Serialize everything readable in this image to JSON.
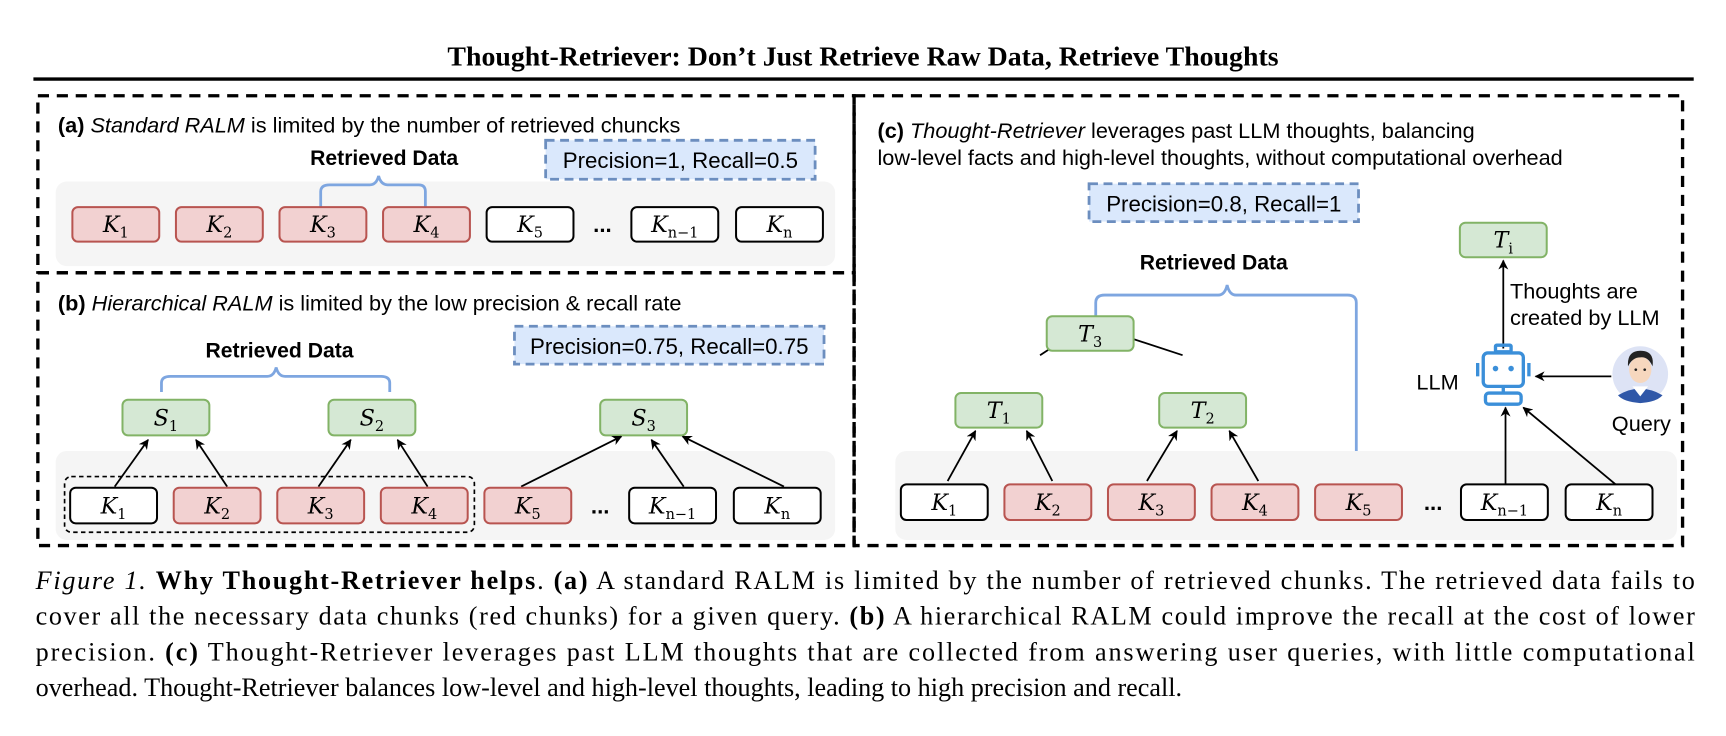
{
  "figure": {
    "title": "Thought-Retriever: Don’t Just Retrieve Raw Data, Retrieve Thoughts",
    "colors": {
      "retrieved_chunk_fill": "#f2d1d1",
      "retrieved_chunk_stroke": "#b85450",
      "plain_chunk_fill": "#ffffff",
      "plain_chunk_stroke": "#000000",
      "node_fill": "#d5e8d4",
      "node_stroke": "#82b366",
      "metric_fill": "#dae8fc",
      "metric_stroke": "#6c8ebf",
      "brace": "#7ea6e0",
      "tray": "#f5f5f5",
      "robot": "#3b8fd9"
    },
    "panel_a": {
      "tag": "(a)",
      "emph": "Standard RALM",
      "rest": " is limited by the number of retrieved chuncks",
      "retrieved_label": "Retrieved Data",
      "metric": "Precision=1, Recall=0.5",
      "chunks": [
        {
          "base": "K",
          "sub": "1",
          "retrieved": true
        },
        {
          "base": "K",
          "sub": "2",
          "retrieved": true
        },
        {
          "base": "K",
          "sub": "3",
          "retrieved": true
        },
        {
          "base": "K",
          "sub": "4",
          "retrieved": true
        },
        {
          "base": "K",
          "sub": "5",
          "retrieved": false
        },
        {
          "base": "K",
          "sub": "n−1",
          "retrieved": false
        },
        {
          "base": "K",
          "sub": "n",
          "retrieved": false
        }
      ],
      "ellipsis": "..."
    },
    "panel_b": {
      "tag": "(b)",
      "emph": "Hierarchical RALM",
      "rest": " is limited by the low precision & recall rate",
      "retrieved_label": "Retrieved Data",
      "metric": "Precision=0.75, Recall=0.75",
      "summaries": [
        {
          "base": "S",
          "sub": "1"
        },
        {
          "base": "S",
          "sub": "2"
        },
        {
          "base": "S",
          "sub": "3"
        }
      ],
      "chunks": [
        {
          "base": "K",
          "sub": "1",
          "retrieved": false
        },
        {
          "base": "K",
          "sub": "2",
          "retrieved": true
        },
        {
          "base": "K",
          "sub": "3",
          "retrieved": true
        },
        {
          "base": "K",
          "sub": "4",
          "retrieved": true
        },
        {
          "base": "K",
          "sub": "5",
          "retrieved": true
        },
        {
          "base": "K",
          "sub": "n−1",
          "retrieved": false
        },
        {
          "base": "K",
          "sub": "n",
          "retrieved": false
        }
      ],
      "ellipsis": "..."
    },
    "panel_c": {
      "tag": "(c)",
      "emph": "Thought-Retriever",
      "rest_line1": " leverages past LLM thoughts, balancing",
      "line2": "low-level facts and high-level thoughts, without computational overhead",
      "retrieved_label": "Retrieved Data",
      "metric": "Precision=0.8, Recall=1",
      "thoughts": [
        {
          "base": "T",
          "sub": "1"
        },
        {
          "base": "T",
          "sub": "2"
        },
        {
          "base": "T",
          "sub": "3"
        },
        {
          "base": "T",
          "sub": "i"
        }
      ],
      "chunks": [
        {
          "base": "K",
          "sub": "1",
          "retrieved": false
        },
        {
          "base": "K",
          "sub": "2",
          "retrieved": true
        },
        {
          "base": "K",
          "sub": "3",
          "retrieved": true
        },
        {
          "base": "K",
          "sub": "4",
          "retrieved": true
        },
        {
          "base": "K",
          "sub": "5",
          "retrieved": true
        },
        {
          "base": "K",
          "sub": "n−1",
          "retrieved": false
        },
        {
          "base": "K",
          "sub": "n",
          "retrieved": false
        }
      ],
      "ellipsis": "...",
      "llm_label": "LLM",
      "query_label": "Query",
      "thoughts_note_line1": "Thoughts are",
      "thoughts_note_line2": "created by LLM",
      "icons": [
        "robot-icon",
        "user-avatar-icon"
      ]
    },
    "caption": {
      "lines": [
        [
          {
            "text": "Figure 1. ",
            "style": "italic"
          },
          {
            "text": "Why Thought-Retriever helps",
            "style": "bold"
          },
          {
            "text": ". ",
            "style": "normal"
          },
          {
            "text": "(a)",
            "style": "bold"
          },
          {
            "text": " A standard RALM is limited by the number of retrieved chunks. The retrieved data fails to",
            "style": "normal"
          }
        ],
        [
          {
            "text": "cover all the necessary data chunks (red chunks) for a given query. ",
            "style": "normal"
          },
          {
            "text": "(b)",
            "style": "bold"
          },
          {
            "text": " A hierarchical RALM could improve the recall at the cost of lower",
            "style": "normal"
          }
        ],
        [
          {
            "text": "precision. ",
            "style": "normal"
          },
          {
            "text": "(c)",
            "style": "bold"
          },
          {
            "text": " Thought-Retriever leverages past LLM thoughts that are collected from answering user queries, with little computational",
            "style": "normal"
          }
        ],
        [
          {
            "text": "overhead. Thought-Retriever balances low-level and high-level thoughts, leading to high precision and recall.",
            "style": "normal"
          }
        ]
      ]
    }
  }
}
